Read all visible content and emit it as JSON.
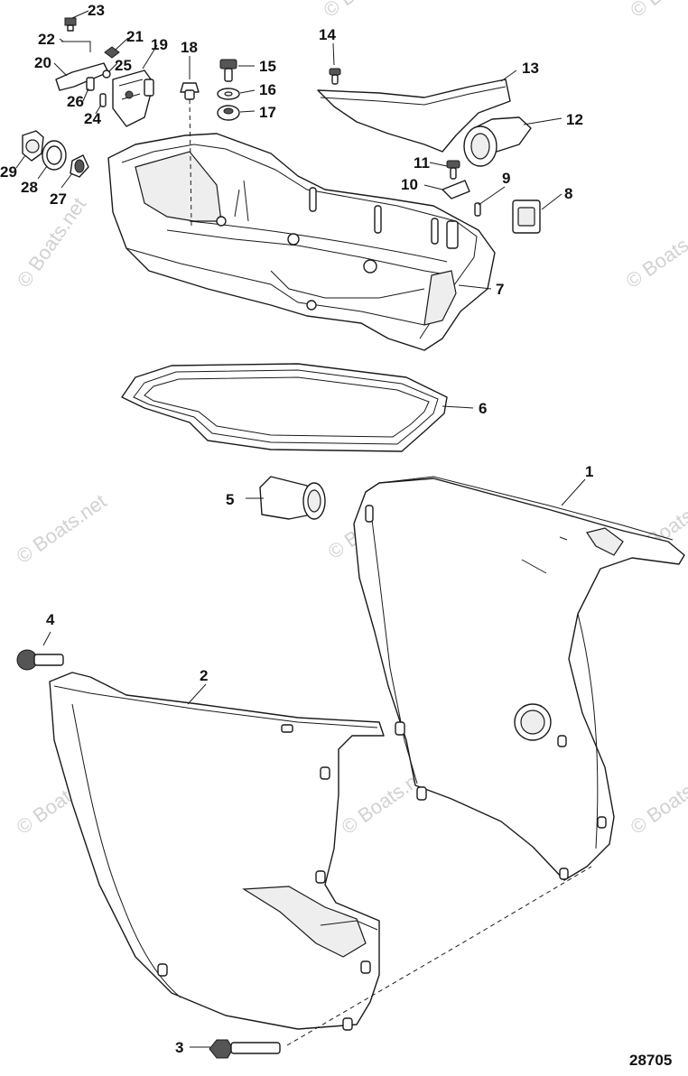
{
  "diagram": {
    "drawing_number": "28705",
    "watermark_text": "© Boats.net",
    "callouts": [
      "1",
      "2",
      "3",
      "4",
      "5",
      "6",
      "7",
      "8",
      "9",
      "10",
      "11",
      "12",
      "13",
      "14",
      "15",
      "16",
      "17",
      "18",
      "19",
      "20",
      "21",
      "22",
      "23",
      "24",
      "25",
      "26",
      "27",
      "28",
      "29"
    ]
  }
}
